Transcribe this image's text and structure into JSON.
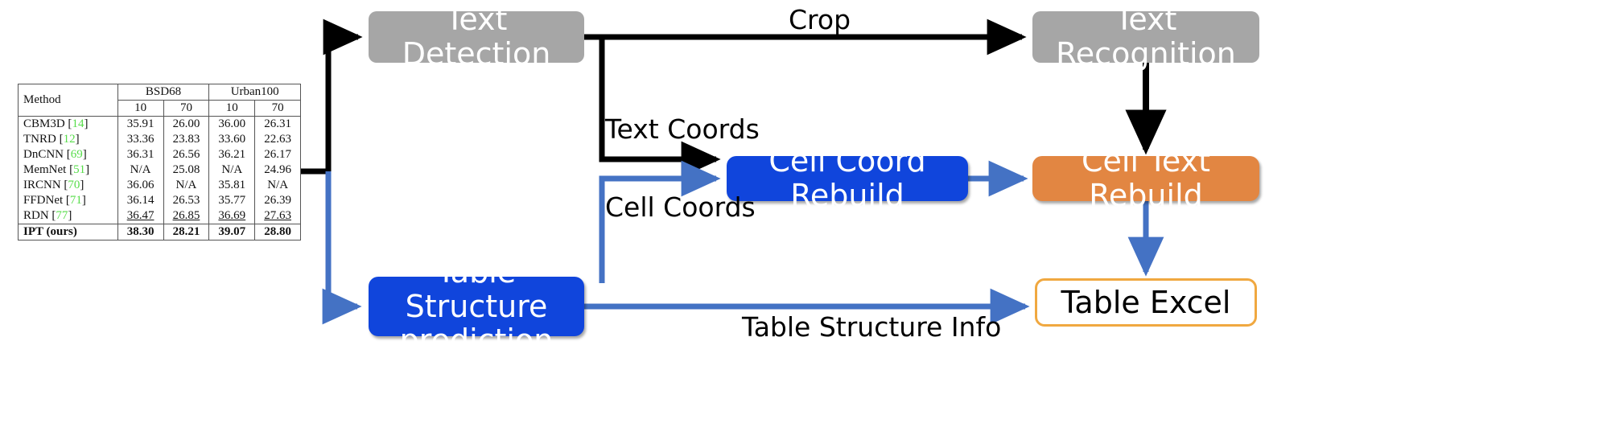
{
  "diagram": {
    "nodes": [
      {
        "id": "text-detection",
        "label": "Text Detection",
        "style": "gray"
      },
      {
        "id": "text-recognition",
        "label": "Text Recognition",
        "style": "gray"
      },
      {
        "id": "cell-coord-rebuild",
        "label": "Cell Coord Rebuild",
        "style": "blue"
      },
      {
        "id": "cell-text-rebuild",
        "label": "Cell Text Rebuild",
        "style": "orange"
      },
      {
        "id": "table-structure-prediction",
        "label_line1": "Table Structure",
        "label_line2": "prediction",
        "style": "blue"
      },
      {
        "id": "table-excel",
        "label": "Table Excel",
        "style": "outline"
      }
    ],
    "edge_labels": {
      "crop": "Crop",
      "text_coords": "Text Coords",
      "cell_coords": "Cell Coords",
      "table_structure_info": "Table Structure Info"
    },
    "colors": {
      "gray_box": "#a6a6a6",
      "blue_box": "#1045dc",
      "orange_box": "#e28642",
      "excel_border": "#f0a840",
      "black_arrow": "#000000",
      "blue_arrow": "#4472c4",
      "citation_green": "#57dd4a"
    }
  },
  "chart_data": {
    "type": "table",
    "title": "",
    "column_groups": [
      {
        "name": "Method",
        "span": 1
      },
      {
        "name": "BSD68",
        "span": 2
      },
      {
        "name": "Urban100",
        "span": 2
      }
    ],
    "subheaders": [
      "",
      "10",
      "70",
      "10",
      "70"
    ],
    "rows": [
      {
        "method": "CBM3D",
        "cite": "14",
        "values": [
          "35.91",
          "26.00",
          "36.00",
          "26.31"
        ],
        "bold": false,
        "underline": false
      },
      {
        "method": "TNRD",
        "cite": "12",
        "values": [
          "33.36",
          "23.83",
          "33.60",
          "22.63"
        ],
        "bold": false,
        "underline": false
      },
      {
        "method": "DnCNN",
        "cite": "69",
        "values": [
          "36.31",
          "26.56",
          "36.21",
          "26.17"
        ],
        "bold": false,
        "underline": false
      },
      {
        "method": "MemNet",
        "cite": "51",
        "values": [
          "N/A",
          "25.08",
          "N/A",
          "24.96"
        ],
        "bold": false,
        "underline": false
      },
      {
        "method": "IRCNN",
        "cite": "70",
        "values": [
          "36.06",
          "N/A",
          "35.81",
          "N/A"
        ],
        "bold": false,
        "underline": false
      },
      {
        "method": "FFDNet",
        "cite": "71",
        "values": [
          "36.14",
          "26.53",
          "35.77",
          "26.39"
        ],
        "bold": false,
        "underline": false
      },
      {
        "method": "RDN",
        "cite": "77",
        "values": [
          "36.47",
          "26.85",
          "36.69",
          "27.63"
        ],
        "bold": false,
        "underline": true
      },
      {
        "method": "IPT (ours)",
        "cite": "",
        "values": [
          "38.30",
          "28.21",
          "39.07",
          "28.80"
        ],
        "bold": true,
        "underline": false
      }
    ]
  }
}
